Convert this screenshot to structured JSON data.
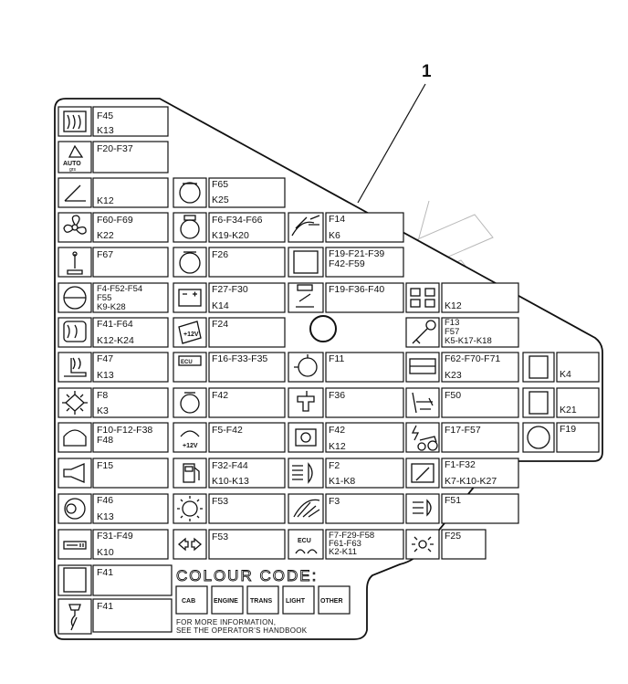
{
  "callout": "1",
  "fuses": {
    "r1": [
      "F45",
      "K13"
    ],
    "r2": [
      "F20-F37"
    ],
    "r3a": [
      "K12"
    ],
    "r3b": [
      "F65",
      "K25"
    ],
    "r4a": [
      "F60-F69",
      "K22"
    ],
    "r4b": [
      "F6-F34-F66",
      "K19-K20"
    ],
    "r4c": [
      "F14",
      "K6"
    ],
    "r5a": [
      "F67"
    ],
    "r5b": [
      "F26"
    ],
    "r5c": [
      "F19-F21-F39",
      "F42-F59"
    ],
    "r6a": [
      "F4-F52-F54",
      "F55",
      "K9-K28"
    ],
    "r6b": [
      "F27-F30",
      "K14"
    ],
    "r6c": [
      "F19-F36-F40"
    ],
    "r6d": [
      "K12"
    ],
    "r7a": [
      "F41-F64",
      "K12-K24"
    ],
    "r7b": [
      "F24"
    ],
    "r7c": [
      "F13",
      "F57",
      "K5-K17-K18"
    ],
    "r8a": [
      "F47",
      "K13"
    ],
    "r8b": [
      "F16-F33-F35"
    ],
    "r8c": [
      "F11"
    ],
    "r8d": [
      "F62-F70-F71",
      "K23"
    ],
    "r8e": [
      "K4"
    ],
    "r9a": [
      "F8",
      "K3"
    ],
    "r9b": [
      "F42"
    ],
    "r9c": [
      "F36"
    ],
    "r9d": [
      "F50"
    ],
    "r9e": [
      "K21"
    ],
    "r10a": [
      "F10-F12-F38",
      "F48"
    ],
    "r10b": [
      "F5-F42"
    ],
    "r10c": [
      "F42",
      "K12"
    ],
    "r10d": [
      "F17-F57"
    ],
    "r10e": [
      "F19"
    ],
    "r11a": [
      "F15"
    ],
    "r11b": [
      "F32-F44",
      "K10-K13"
    ],
    "r11c": [
      "F2",
      "K1-K8"
    ],
    "r11d": [
      "F1-F32",
      "K7-K10-K27"
    ],
    "r12a": [
      "F46",
      "K13"
    ],
    "r12b": [
      "F53"
    ],
    "r12c": [
      "F3"
    ],
    "r12d": [
      "F51"
    ],
    "r13a": [
      "F31-F49",
      "K10"
    ],
    "r13b": [
      "F53"
    ],
    "r13c": [
      "F7-F29-F58",
      "F61-F63",
      "K2-K11"
    ],
    "r13d": [
      "F25"
    ],
    "r14": [
      "F41"
    ],
    "r15": [
      "F41"
    ]
  },
  "icons": {
    "auto_label": "AUTO",
    "auto_sub": "grs",
    "ecu_label": "ECU",
    "v12_label": "+12V"
  },
  "colour_code": {
    "title": "COLOUR CODE:",
    "items": [
      "CAB",
      "ENGINE",
      "TRANS",
      "LIGHT",
      "OTHER"
    ]
  },
  "note": [
    "FOR MORE INFORMATION,",
    "SEE THE OPERATOR'S HANDBOOK"
  ]
}
